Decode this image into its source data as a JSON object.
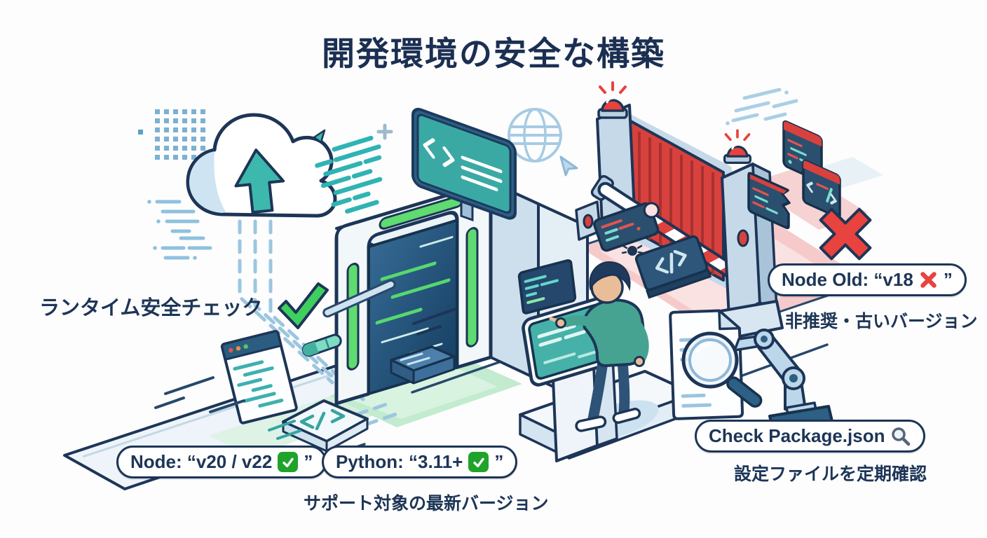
{
  "title": "開発環境の安全な構築",
  "colors": {
    "navy": "#1d3557",
    "teal": "#2fa8a5",
    "green": "#3ecf5e",
    "emoji_green": "#1fa32b",
    "red": "#e8433e",
    "pink": "#f6caca",
    "light_blue": "#a9cfe6"
  },
  "labels": {
    "runtime_check": "ランタイム安全チェック",
    "supported_caption": "サポート対象の最新バージョン",
    "deprecated_caption": "非推奨・古いバージョン",
    "config_caption": "設定ファイルを定期確認"
  },
  "pills": {
    "node": {
      "prefix": "Node: “v20 / v22",
      "suffix": "”",
      "icon": "check-emoji"
    },
    "python": {
      "prefix": "Python: “3.11+",
      "suffix": "”",
      "icon": "check-emoji"
    },
    "node_old": {
      "prefix": "Node Old: “v18",
      "suffix": "”",
      "icon": "cross-emoji"
    },
    "check_package": {
      "text": "Check Package.json",
      "icon": "magnifier-icon"
    }
  },
  "icons": {
    "big_checkmark": "checkmark-icon",
    "big_cross": "cross-icon",
    "cloud": "cloud-upload-icon",
    "globe": "globe-icon",
    "cursor": "cursor-icon"
  }
}
